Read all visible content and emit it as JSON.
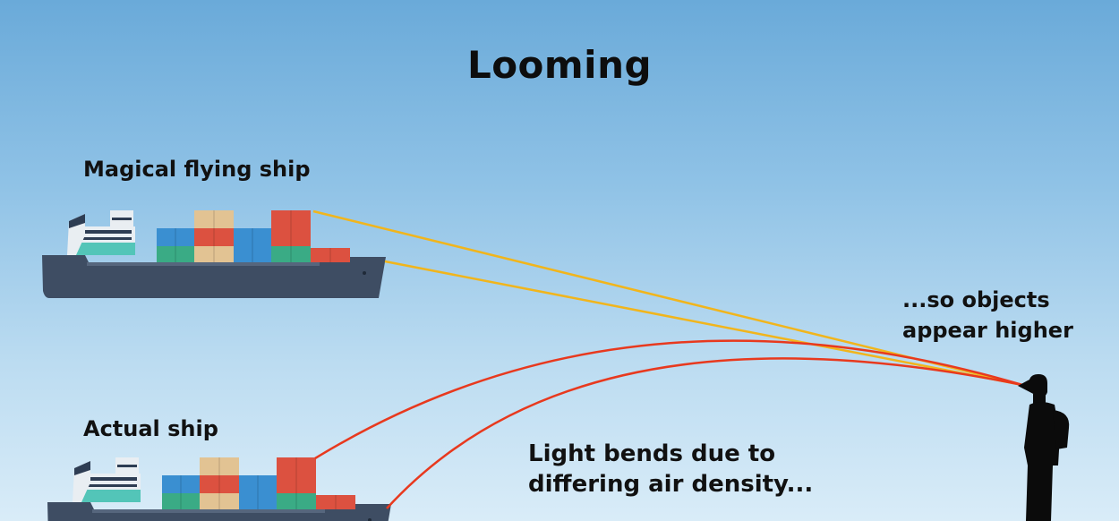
{
  "title": "Looming",
  "labels": {
    "flying_ship": "Magical flying ship",
    "actual_ship": "Actual ship",
    "bend_line1": "Light bends due to",
    "bend_line2": "differing air density...",
    "appear_line1": "...so objects",
    "appear_line2": "appear higher"
  },
  "colors": {
    "hull": "#3e4d63",
    "hull_dark": "#323f53",
    "container_blue": "#3a8fd1",
    "container_red": "#dc5140",
    "container_green": "#3aab85",
    "container_beige": "#e2c393",
    "apparent_ray": "#f1b51c",
    "actual_ray": "#e8391e",
    "silhouette": "#0b0b0b"
  }
}
